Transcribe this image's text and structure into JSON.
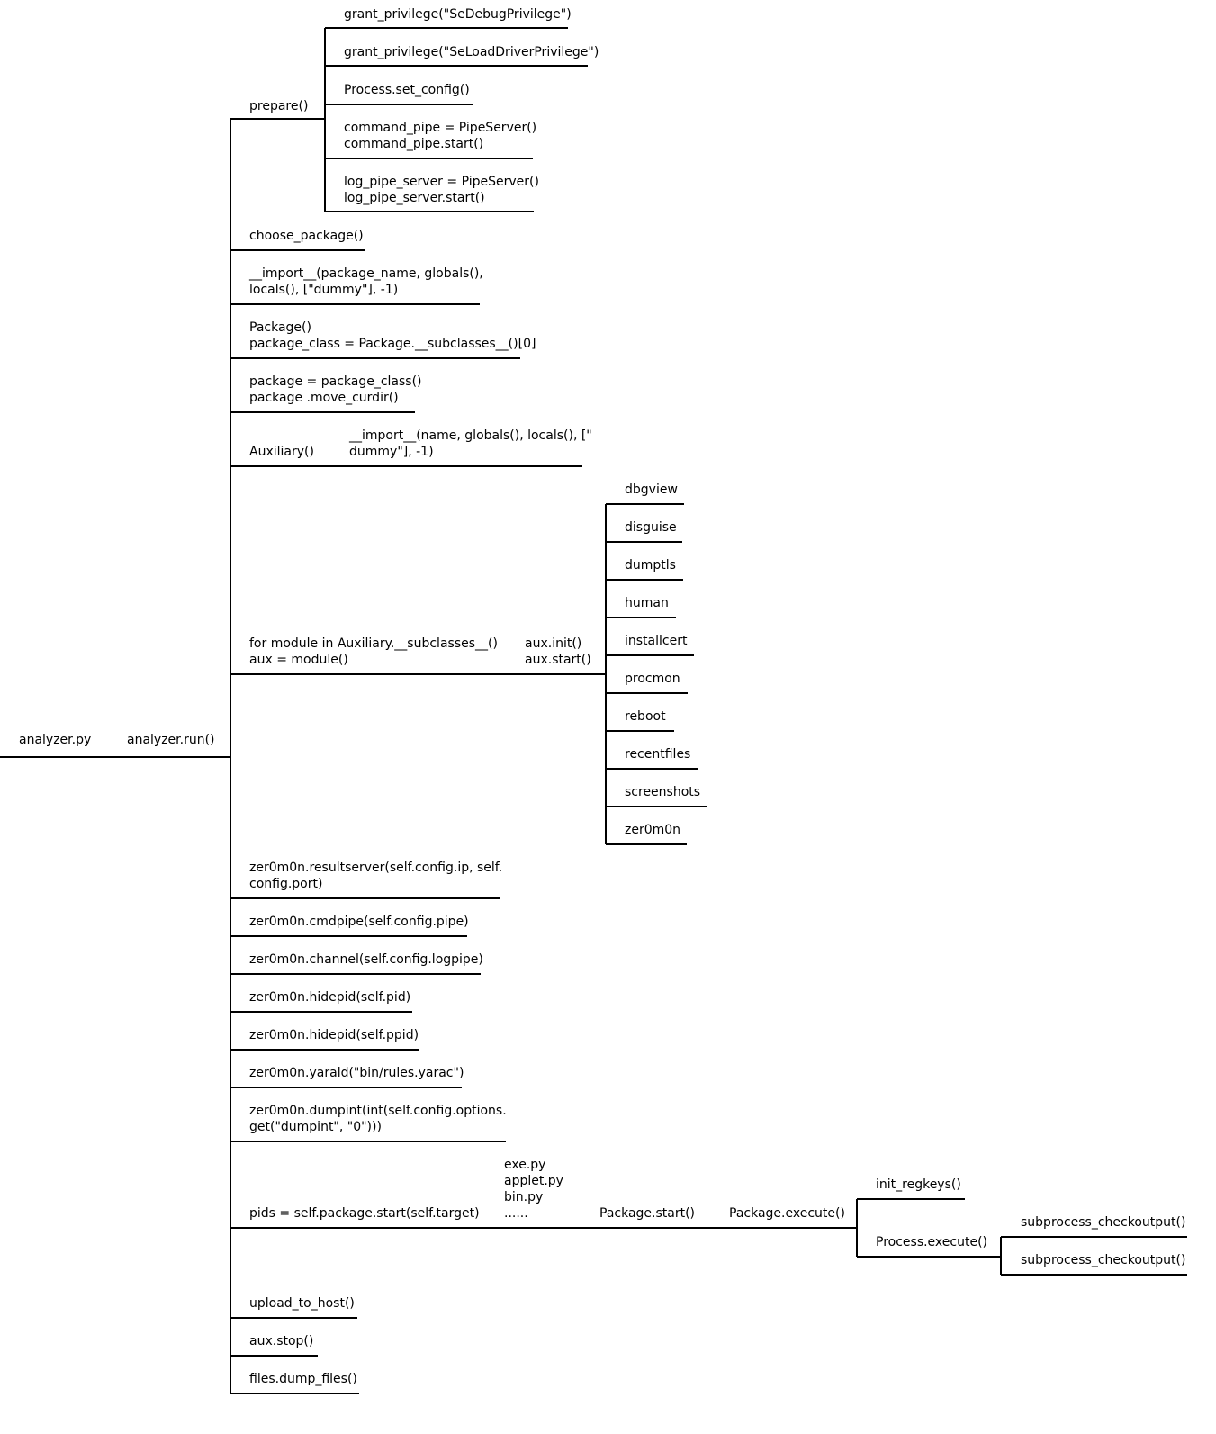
{
  "tree": {
    "root": "analyzer.py",
    "run": "analyzer.run()",
    "prepare": {
      "label": "prepare()",
      "children": [
        "grant_privilege(\"SeDebugPrivilege\")",
        "grant_privilege(\"SeLoadDriverPrivilege\")",
        "Process.set_config()",
        "command_pipe = PipeServer()\ncommand_pipe.start()",
        "log_pipe_server = PipeServer()\nlog_pipe_server.start()"
      ]
    },
    "choose_package": "choose_package()",
    "import_package": "__import__(package_name, globals(),\nlocals(), [\"dummy\"], -1)",
    "package_class": "Package()\npackage_class = Package.__subclasses__()[0]",
    "package_init": "package = package_class()\npackage .move_curdir()",
    "auxiliary": {
      "label": "Auxiliary()",
      "import": "__import__(name, globals(), locals(), [\"\ndummy\"], -1)"
    },
    "modules_loop": {
      "label": "for module in Auxiliary.__subclasses__()\naux = module()",
      "aux_calls": "aux.init()\naux.start()",
      "modules": [
        "dbgview",
        "disguise",
        "dumptls",
        "human",
        "installcert",
        "procmon",
        "reboot",
        "recentfiles",
        "screenshots",
        "zer0m0n"
      ]
    },
    "zer0m0n_calls": [
      "zer0m0n.resultserver(self.config.ip, self.\nconfig.port)",
      "zer0m0n.cmdpipe(self.config.pipe)",
      "zer0m0n.channel(self.config.logpipe)",
      "zer0m0n.hidepid(self.pid)",
      "zer0m0n.hidepid(self.ppid)",
      "zer0m0n.yarald(\"bin/rules.yarac\")",
      "zer0m0n.dumpint(int(self.config.options.\nget(\"dumpint\", \"0\")))"
    ],
    "package_start": {
      "label": "pids = self.package.start(self.target)",
      "packages": "exe.py\napplet.py\nbin.py\n......",
      "start": "Package.start()",
      "execute": "Package.execute()",
      "init_regkeys": "init_regkeys()",
      "process_execute": "Process.execute()",
      "subprocess": [
        "subprocess_checkoutput()",
        "subprocess_checkoutput()"
      ]
    },
    "tail": [
      "upload_to_host()",
      "aux.stop()",
      "files.dump_files()"
    ]
  }
}
